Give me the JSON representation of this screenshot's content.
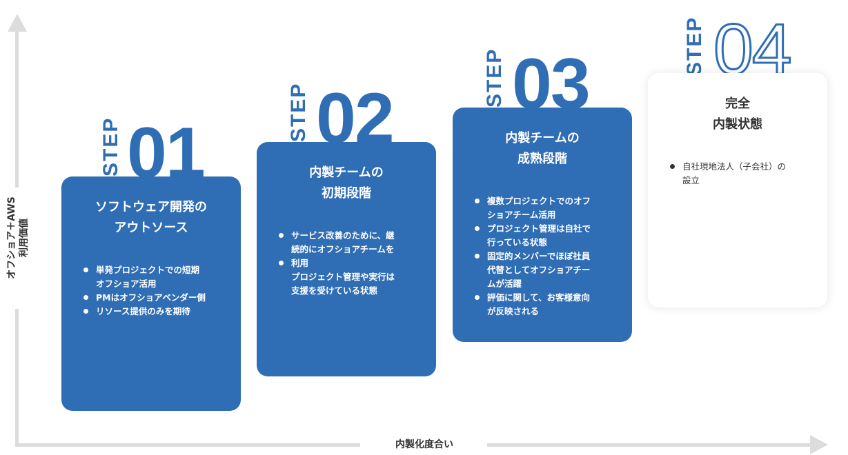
{
  "axes": {
    "y_label_lines": [
      "オフショア＋AWS",
      "利用価値"
    ],
    "x_label": "内製化度合い"
  },
  "steps": [
    {
      "word": "STEP",
      "number": "01",
      "title_lines": [
        "ソフトウェア開発の",
        "アウトソース"
      ],
      "bullets": [
        [
          "単発プロジェクトでの短期",
          "オフショア活用"
        ],
        [
          "PMはオフショアベンダー側"
        ],
        [
          "リソース提供のみを期待"
        ]
      ]
    },
    {
      "word": "STEP",
      "number": "02",
      "title_lines": [
        "内製チームの",
        "初期段階"
      ],
      "bullets": [
        [
          "サービス改善のために、継",
          "続的にオフショアチームを"
        ],
        [
          "利用",
          "プロジェクト管理や実行は",
          "支援を受けている状態"
        ]
      ]
    },
    {
      "word": "STEP",
      "number": "03",
      "title_lines": [
        "内製チームの",
        "成熟段階"
      ],
      "bullets": [
        [
          "複数プロジェクトでのオフ",
          "ショアチーム活用"
        ],
        [
          "プロジェクト管理は自社で",
          "行っている状態"
        ],
        [
          "固定的メンバーでほぼ社員",
          " 代替としてオフショアチー",
          "ムが活躍"
        ],
        [
          "評価に関して、お客様意向",
          "が反映される"
        ]
      ]
    },
    {
      "word": "STEP",
      "number": "04",
      "title_lines": [
        "完全",
        "内製状態"
      ],
      "bullets": [
        [
          "自社現地法人（子会社）の",
          "設立"
        ]
      ]
    }
  ],
  "colors": {
    "accent": "#2f6db5",
    "axis": "#dcdcdc",
    "card_text": "#ffffff",
    "dark_text": "#333333"
  }
}
